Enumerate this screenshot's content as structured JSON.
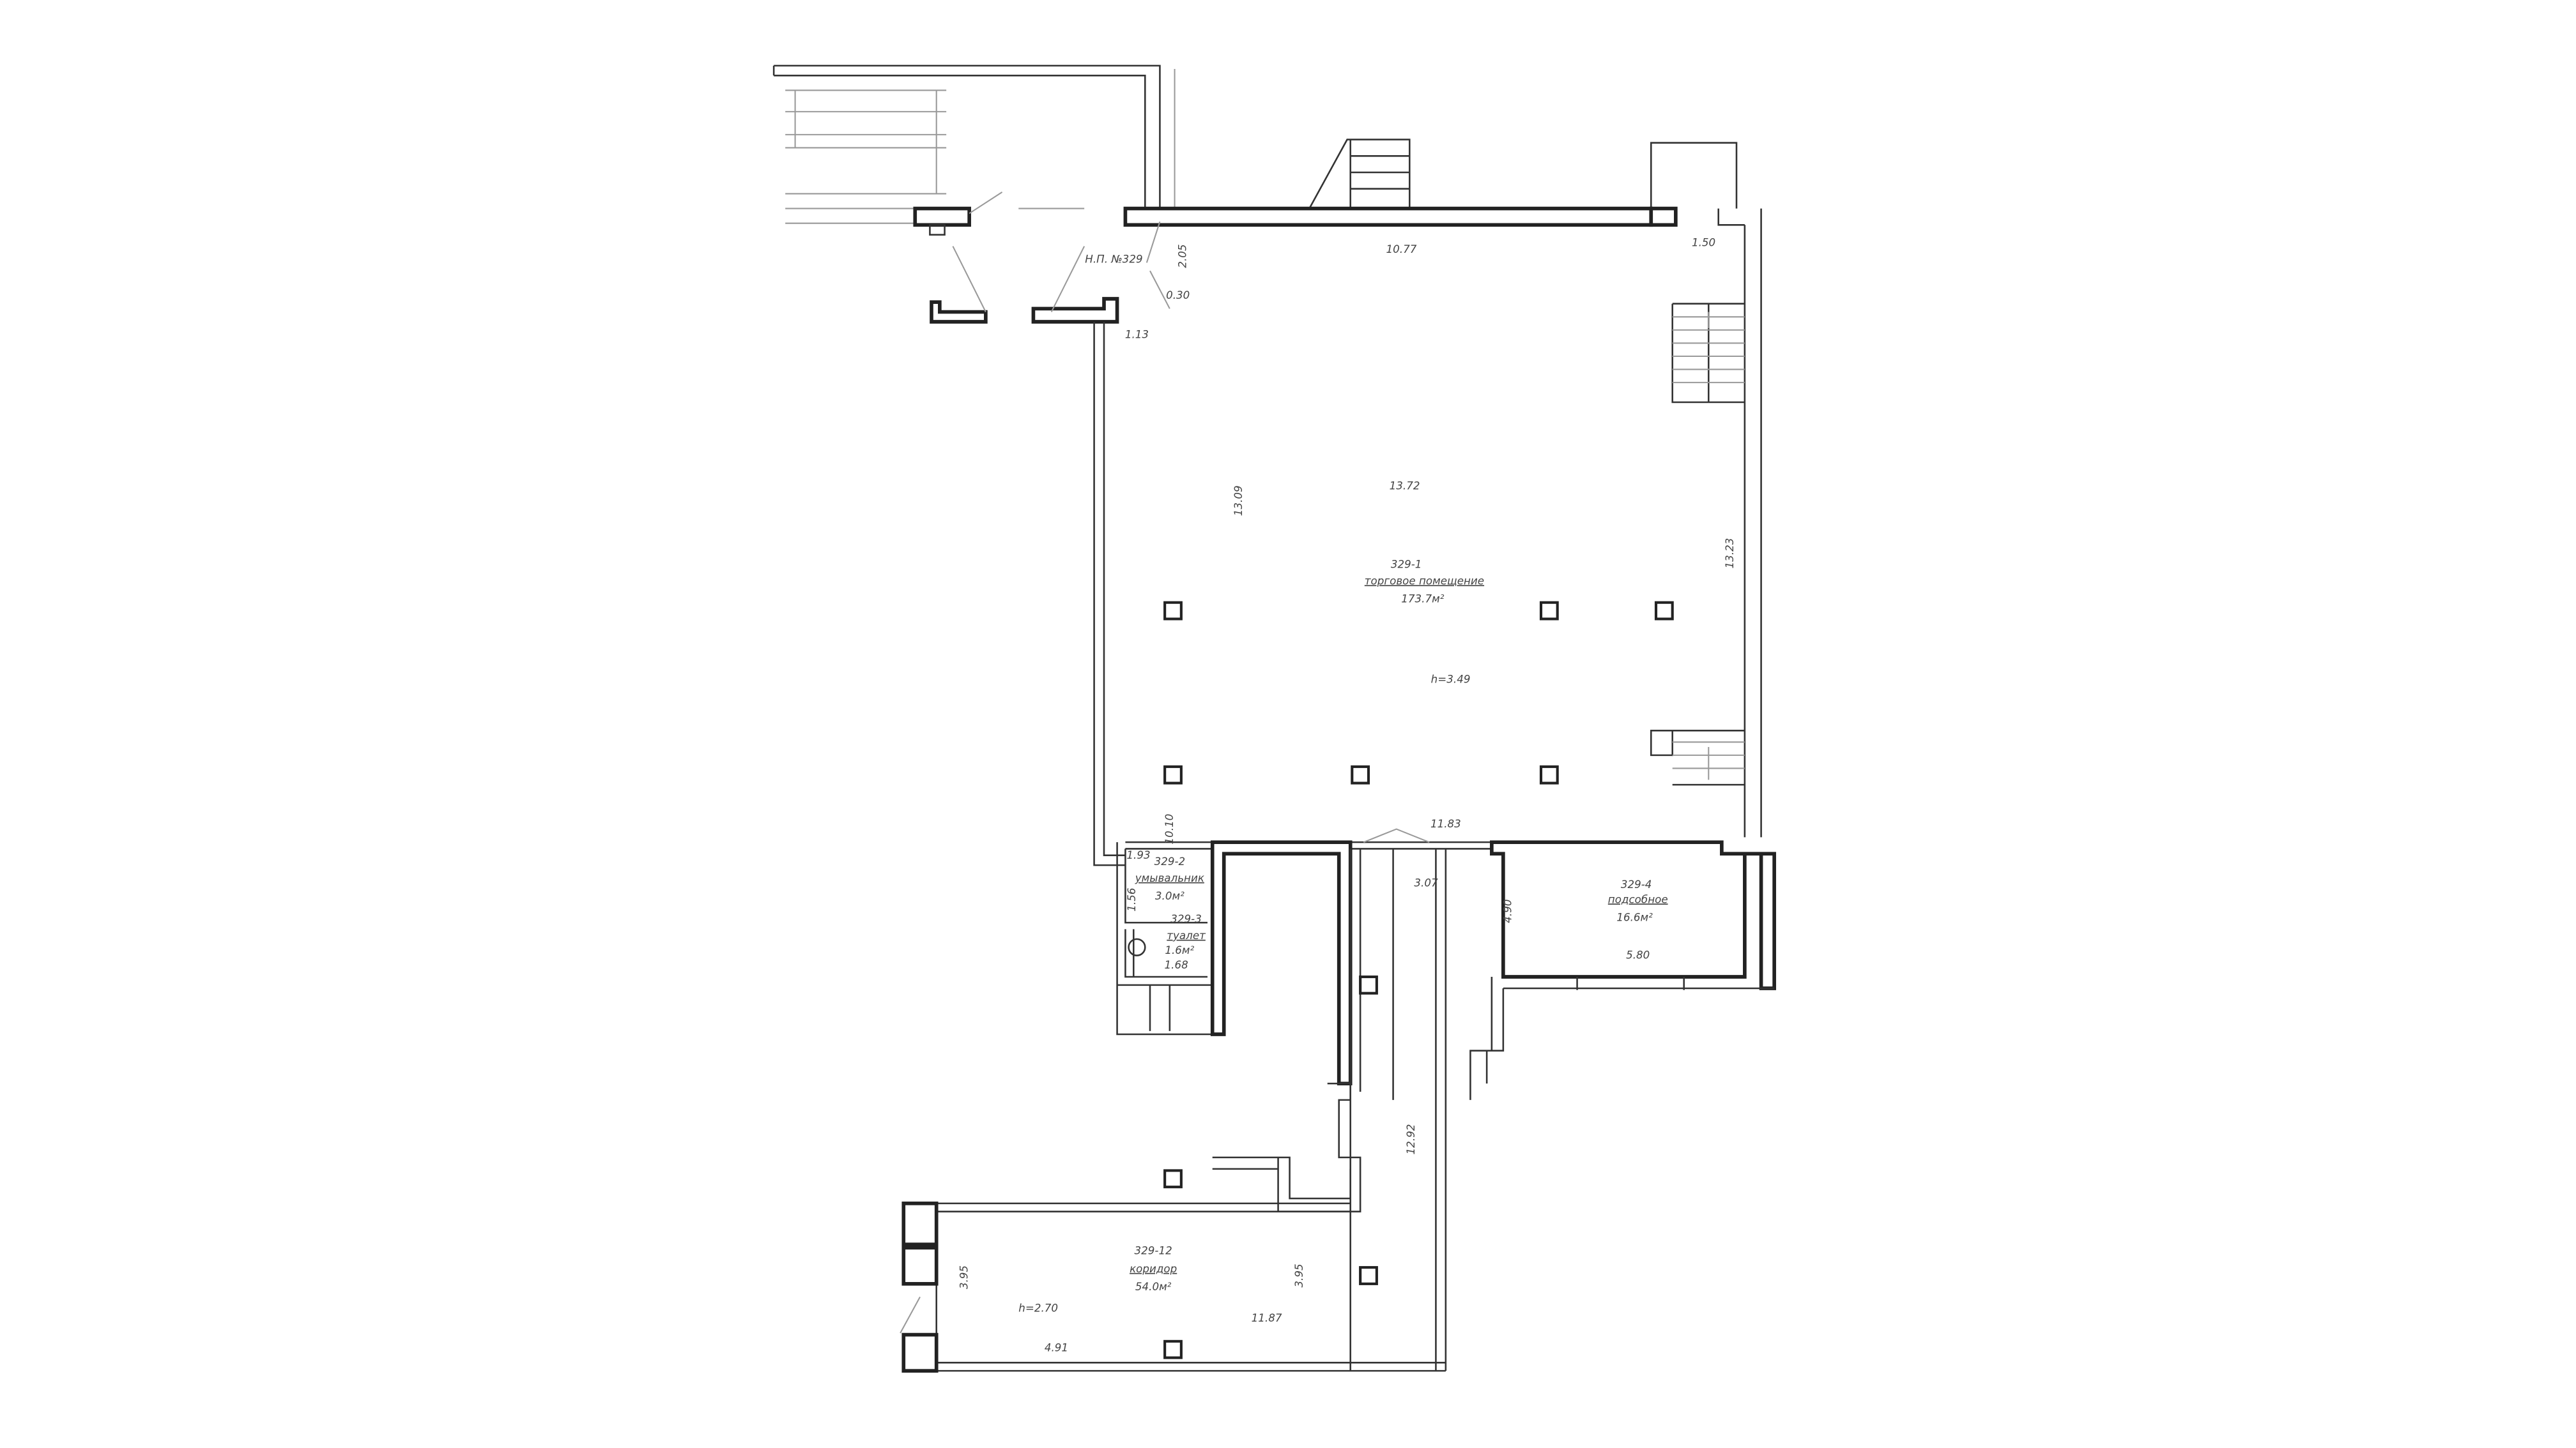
{
  "plan": {
    "unit_label": "Н.П. №329",
    "rooms": [
      {
        "id": "329-1",
        "name": "торговое помещение",
        "area": "173.7м²",
        "height": "h=3.49"
      },
      {
        "id": "329-2",
        "name": "умывальник",
        "area": "3.0м²"
      },
      {
        "id": "329-3",
        "name": "туалет",
        "area": "1.6м²"
      },
      {
        "id": "329-4",
        "name": "подсобное",
        "area": "16.6м²"
      },
      {
        "id": "329-12",
        "name": "коридор",
        "area": "54.0м²",
        "height": "h=2.70"
      }
    ],
    "dimensions": {
      "d_top": "10.77",
      "d_205": "2.05",
      "d_030": "0.30",
      "d_113": "1.13",
      "d_150": "1.50",
      "d_1309": "13.09",
      "d_1372": "13.72",
      "d_1323": "13.23",
      "d_1183": "11.83",
      "d_1010": "10.10",
      "d_193": "1.93",
      "d_156": "1.56",
      "d_168": "1.68",
      "d_307": "3.07",
      "d_490": "4.90",
      "d_580": "5.80",
      "d_1292": "12.92",
      "d_395a": "3.95",
      "d_395b": "3.95",
      "d_1187": "11.87",
      "d_491": "4.91"
    }
  }
}
